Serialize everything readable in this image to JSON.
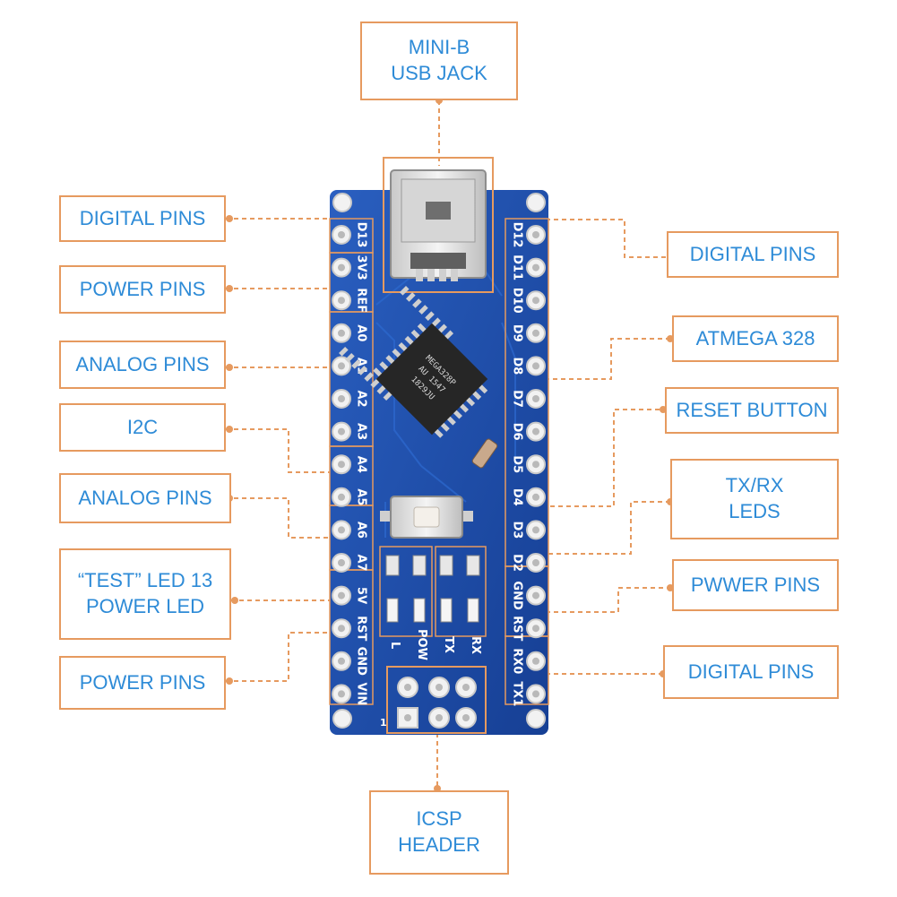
{
  "labels": {
    "mini_usb": [
      "MINI-B",
      "USB JACK"
    ],
    "digital_pins_left": "DIGITAL PINS",
    "power_pins_left": "POWER PINS",
    "analog_pins_left": "ANALOG PINS",
    "i2c": "I2C",
    "analog_pins_left_2": "ANALOG PINS",
    "test_led": [
      "“TEST” LED 13",
      "POWER LED"
    ],
    "power_pins_left_2": "POWER PINS",
    "digital_pins_right": "DIGITAL PINS",
    "atmega": "ATMEGA 328",
    "reset_button": "RESET BUTTON",
    "txrx_leds": [
      "TX/RX",
      "LEDS"
    ],
    "pwwer_pins": "PWWER PINS",
    "digital_pins_right_2": "DIGITAL PINS",
    "icsp": [
      "ICSP",
      "HEADER"
    ]
  },
  "board": {
    "left_pins": [
      "D13",
      "3V3",
      "REF",
      "A0",
      "A1",
      "A2",
      "A3",
      "A4",
      "A5",
      "A6",
      "A7",
      "5V",
      "RST",
      "GND",
      "VIN"
    ],
    "right_pins": [
      "D12",
      "D11",
      "D10",
      "D9",
      "D8",
      "D7",
      "D6",
      "D5",
      "D4",
      "D3",
      "D2",
      "GND",
      "RST",
      "RX0",
      "TX1"
    ],
    "led_labels": [
      "L",
      "POW",
      "TX",
      "RX"
    ],
    "icsp_pin_one": "1",
    "chip_markings": [
      "MEGA328P",
      "AU 1547",
      "1829JU"
    ]
  },
  "colors": {
    "accent_orange": "#e69a5f",
    "label_blue": "#2e8bd7",
    "board_blue": "#1f4fa7"
  }
}
